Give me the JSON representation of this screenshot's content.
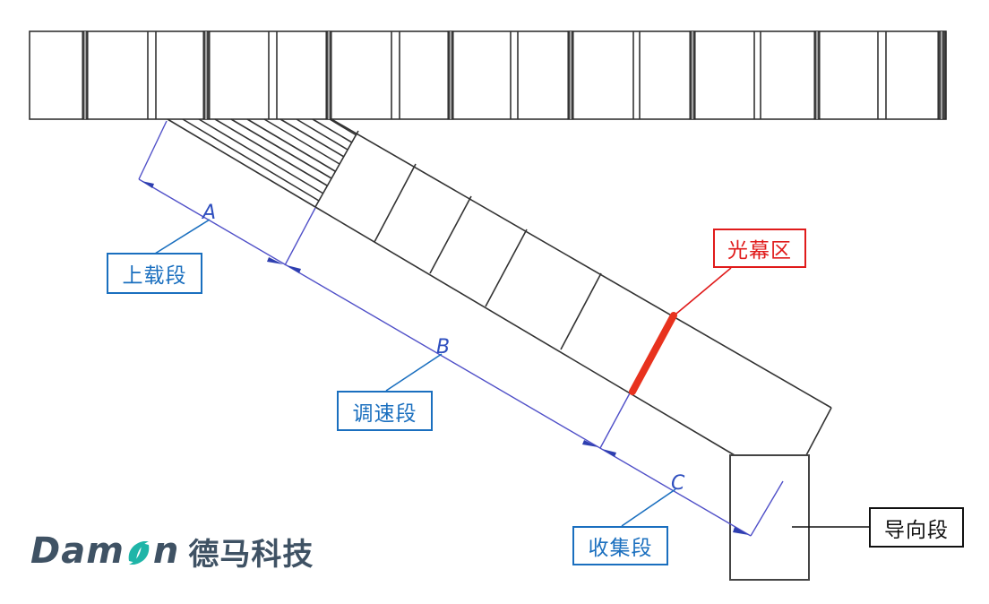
{
  "diagram": {
    "type": "conveyor-layout",
    "top_conveyor": {
      "module_count": 15,
      "line_color": "#333333"
    },
    "inclined_conveyor": {
      "roller_cross_lines": 5,
      "hatch_lines": 10
    },
    "dimensions": {
      "a": {
        "letter": "A"
      },
      "b": {
        "letter": "B"
      },
      "c": {
        "letter": "C"
      },
      "color": "#4a4ac8"
    },
    "light_curtain": {
      "color": "#e8321e"
    }
  },
  "callouts": {
    "loading": {
      "label": "上载段",
      "color": "#1a6fbf"
    },
    "speed_adjust": {
      "label": "调速段",
      "color": "#1a6fbf"
    },
    "collecting": {
      "label": "收集段",
      "color": "#1a6fbf"
    },
    "light_curtain": {
      "label": "光幕区",
      "color": "#e01b1b"
    },
    "guiding": {
      "label": "导向段",
      "color": "#111111"
    }
  },
  "logo": {
    "word_part1": "Dam",
    "word_part2": "n",
    "chinese": "德马科技",
    "text_color": "#3f5264",
    "accent_color": "#1fb5a8"
  }
}
